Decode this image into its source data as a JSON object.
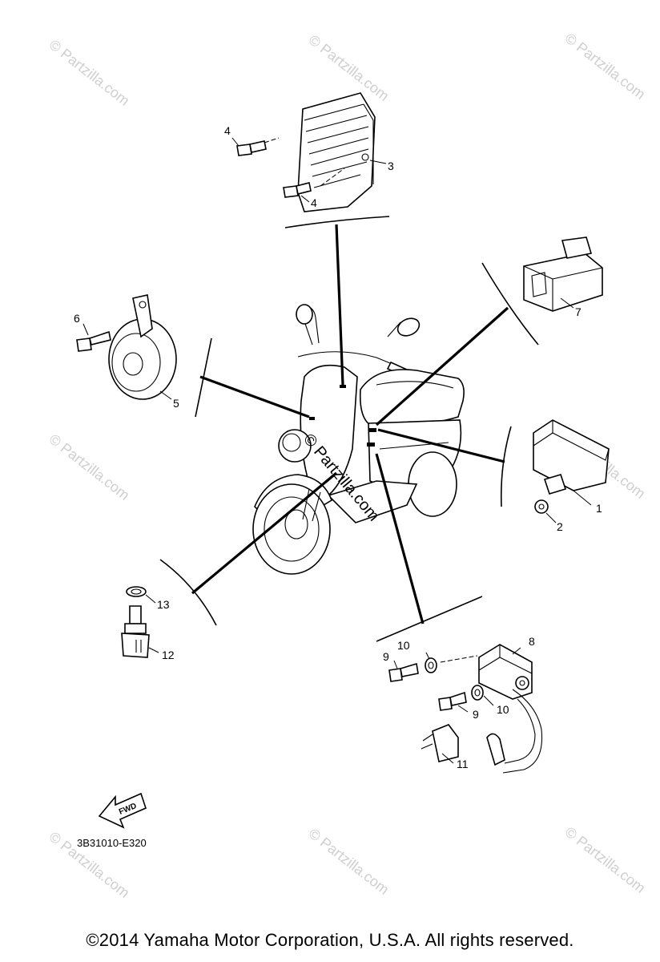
{
  "diagram": {
    "callouts": {
      "c1": "1",
      "c2": "2",
      "c3": "3",
      "c4a": "4",
      "c4b": "4",
      "c5": "5",
      "c6": "6",
      "c7": "7",
      "c8": "8",
      "c9a": "9",
      "c9b": "9",
      "c10a": "10",
      "c10b": "10",
      "c11": "11",
      "c12": "12",
      "c13": "13"
    },
    "fwd_label": "FWD",
    "center_watermark": "© Partzilla.com",
    "watermark": "© Partzilla.com",
    "diagram_code": "3B31010-E320"
  },
  "footer": {
    "copyright": "©2014  Yamaha Motor Corporation, U.S.A. All rights reserved."
  }
}
